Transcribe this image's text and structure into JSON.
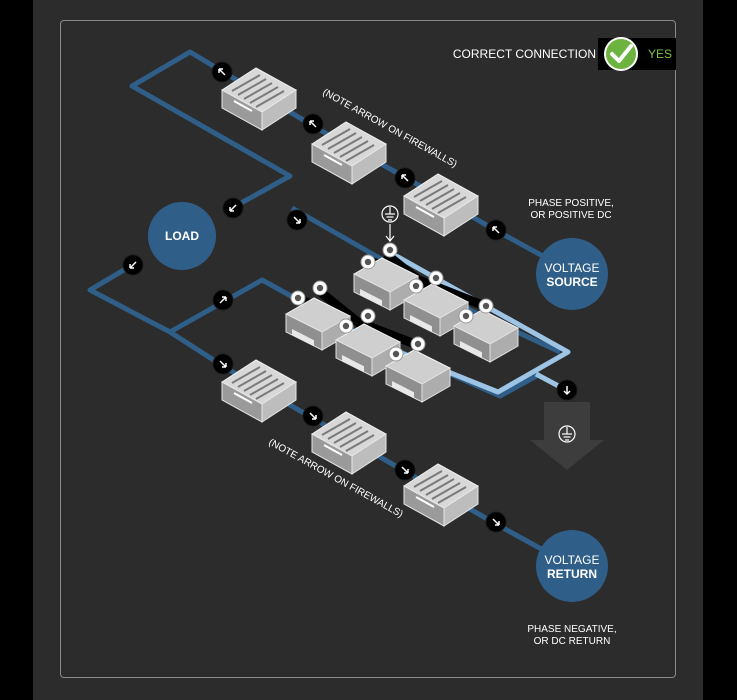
{
  "legend": {
    "label": "CORRECT CONNECTION",
    "status": "YES",
    "status_color": "#7dc242"
  },
  "colors": {
    "dark_wire": "#2f5f88",
    "light_wire": "#9dc4e4",
    "node_fill": "#2f5f88",
    "panel": "#2c2c2c",
    "ground_arrow": "#3a3a3a"
  },
  "nodes": {
    "load": {
      "label": "LOAD"
    },
    "voltage_source": {
      "line1": "VOLTAGE",
      "line2": "SOURCE",
      "note": [
        "PHASE POSITIVE,",
        "OR POSITIVE DC"
      ]
    },
    "voltage_return": {
      "line1": "VOLTAGE",
      "line2": "RETURN",
      "note": [
        "PHASE NEGATIVE,",
        "OR DC RETURN"
      ]
    }
  },
  "notes": {
    "top": "(NOTE ARROW ON FIREWALLS)",
    "bottom": "(NOTE ARROW ON FIREWALLS)"
  },
  "icons": {
    "status": "check-icon",
    "ground": "ground-icon",
    "direction": "arrow-icon"
  }
}
